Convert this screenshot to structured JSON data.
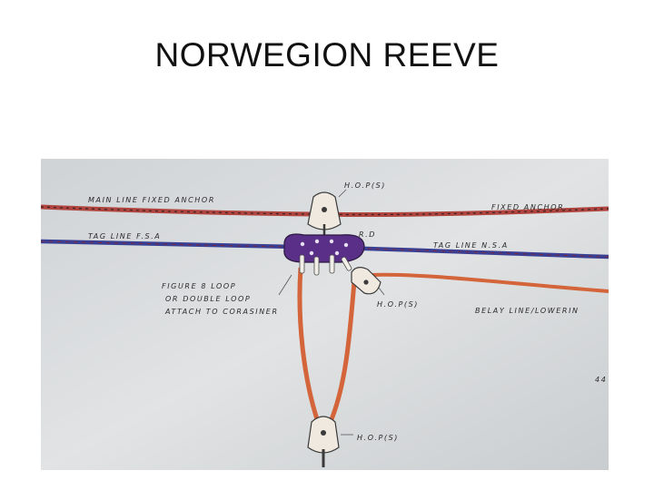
{
  "slide": {
    "title": "NORWEGION REEVE"
  },
  "diagram": {
    "labels": {
      "main_line": "MAIN LINE FIXED ANCHOR",
      "fixed_anchor": "FIXED ANCHOR.",
      "hop_top": "H.O.P(S)",
      "tag_line_left": "TAG LINE F.S.A",
      "rd": "R.D",
      "tag_line_right": "TAG LINE N.S.A",
      "figure8_1": "FIGURE 8 LOOP",
      "figure8_2": "OR DOUBLE LOOP",
      "figure8_3": "ATTACH TO CORASINER",
      "hop_right": "H.O.P(S)",
      "belay_line": "BELAY LINE/LOWERIN",
      "hop_bottom": "H.O.P(S)",
      "edge_mark": "44"
    },
    "colors": {
      "main_line": "#b0453f",
      "tag_line": "#3b3f94",
      "belay_line": "#d4643a",
      "rigging_plate": "#5a2f88"
    }
  }
}
